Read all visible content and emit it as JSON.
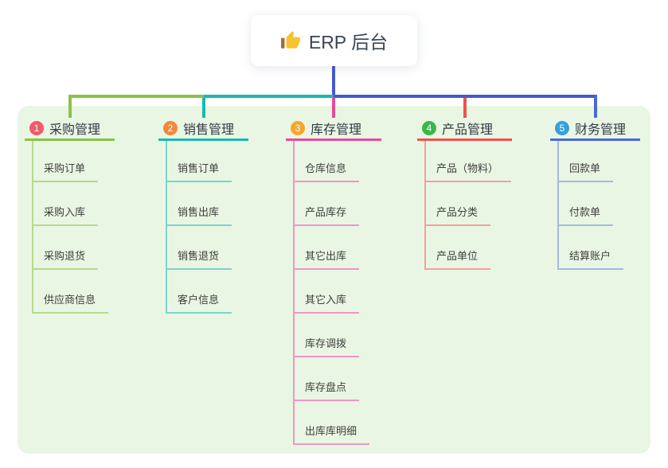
{
  "root": {
    "label": "ERP 后台",
    "icon": "thumbs-up-icon"
  },
  "colors": {
    "page_bg": "#ffffff",
    "panel_bg": "#e9f6e3",
    "root_card_bg": "#ffffff",
    "root_text": "#3b4554",
    "root_line": "#4759cb",
    "node_text": "#333a46",
    "child_text": "#3f3f3f",
    "thumb_yellow": "#f6c42c",
    "thumb_cuff": "#a56a38"
  },
  "branches": [
    {
      "num": "1",
      "label": "采购管理",
      "badge_color": "#f2596a",
      "color": "#8ac24a",
      "light_color": "#b6da8b",
      "children": [
        "采购订单",
        "采购入库",
        "采购退货",
        "供应商信息"
      ]
    },
    {
      "num": "2",
      "label": "销售管理",
      "badge_color": "#f4873b",
      "color": "#19b9ae",
      "light_color": "#7bd4cc",
      "children": [
        "销售订单",
        "销售出库",
        "销售退货",
        "客户信息"
      ]
    },
    {
      "num": "3",
      "label": "库存管理",
      "badge_color": "#f3a72e",
      "color": "#e84a9c",
      "light_color": "#f195c8",
      "children": [
        "仓库信息",
        "产品库存",
        "其它出库",
        "其它入库",
        "库存调拨",
        "库存盘点",
        "出库库明细"
      ]
    },
    {
      "num": "4",
      "label": "产品管理",
      "badge_color": "#3bb64d",
      "color": "#f05050",
      "light_color": "#f7a09e",
      "children": [
        "产品（物料）",
        "产品分类",
        "产品单位"
      ]
    },
    {
      "num": "5",
      "label": "财务管理",
      "badge_color": "#35a1dc",
      "color": "#4b69d3",
      "light_color": "#a3b8e8",
      "children": [
        "回款单",
        "付款单",
        "结算账户"
      ]
    }
  ]
}
